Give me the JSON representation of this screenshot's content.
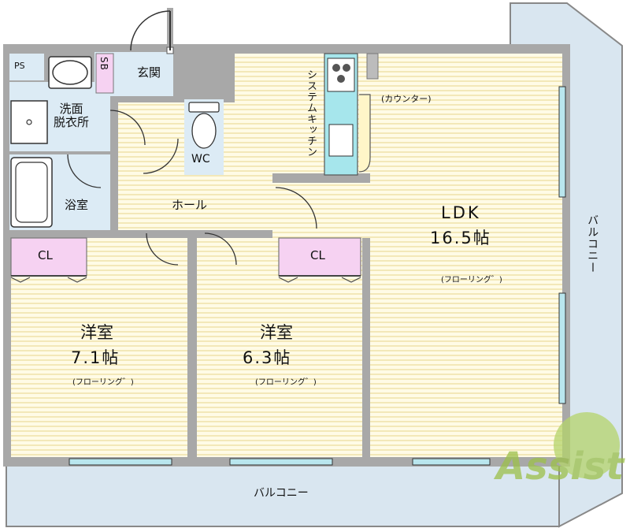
{
  "floorplan": {
    "rooms": {
      "ldk": {
        "name": "LDK",
        "size": "16.5帖",
        "floor": "(フローリング゛)"
      },
      "western1": {
        "name": "洋室",
        "size": "7.1帖",
        "floor": "(フローリング゛)"
      },
      "western2": {
        "name": "洋室",
        "size": "6.3帖",
        "floor": "(フローリング゛)"
      }
    },
    "labels": {
      "ps": "PS",
      "sb": "SB",
      "entrance": "玄関",
      "washroom": "洗面\n脱衣所",
      "wc": "WC",
      "bath": "浴室",
      "hall": "ホール",
      "closet1": "CL",
      "closet2": "CL",
      "kitchen": "システムキッチン",
      "counter": "(カウンター)",
      "balcony_side": "バルコニー",
      "balcony_bottom": "バルコニー"
    },
    "logo": {
      "text": "Assist"
    },
    "colors": {
      "wall": "#a8a8a8",
      "floor_stripe": "#fbf3cf",
      "floor_base": "#fffbe6",
      "wet_area": "#dcebf5",
      "balcony": "#d9e6f0",
      "closet": "#f6d2f2",
      "kitchen": "#a6e6ec",
      "window": "#b9e6ee",
      "logo_green": "#b5d46b"
    }
  }
}
